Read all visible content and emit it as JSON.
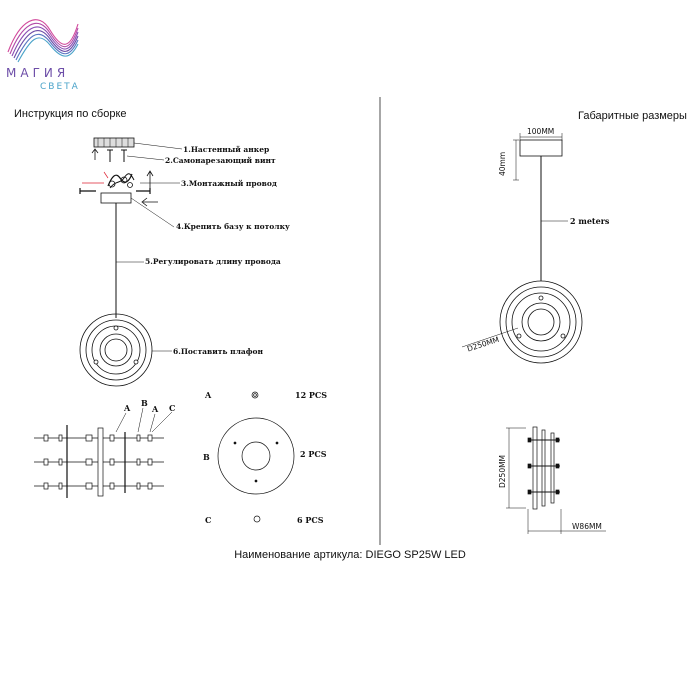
{
  "brand": {
    "line1": "МАГИЯ",
    "line2": "СВЕТА",
    "colors": {
      "violet": "#6d4ea8",
      "blue": "#4aa3c9",
      "pink": "#d24a9c"
    }
  },
  "sections": {
    "assembly_title": "Инструкция по сборке",
    "dimensions_title": "Габаритные размеры"
  },
  "steps": [
    "1.Настенный анкер",
    "2.Самонарезающий винт",
    "3.Монтажный провод",
    "4.Крепить базу к потолку",
    "5.Регулировать длину провода",
    "6.Поставить плафон"
  ],
  "part_callouts": {
    "a": "A",
    "b": "B",
    "c": "C"
  },
  "parts": [
    {
      "letter": "A",
      "qty": "12 PCS",
      "icon": "screw-icon"
    },
    {
      "letter": "B",
      "qty": "2 PCS",
      "icon": "disc-plate-icon"
    },
    {
      "letter": "C",
      "qty": "6 PCS",
      "icon": "ring-icon"
    }
  ],
  "dimensions": {
    "base_width": "100MM",
    "base_height": "40mm",
    "cable": "2 meters",
    "diameter": "D250MM",
    "side_height": "D250MM",
    "side_width": "W86MM"
  },
  "footer": "Наименование артикула: DIEGO SP25W LED"
}
